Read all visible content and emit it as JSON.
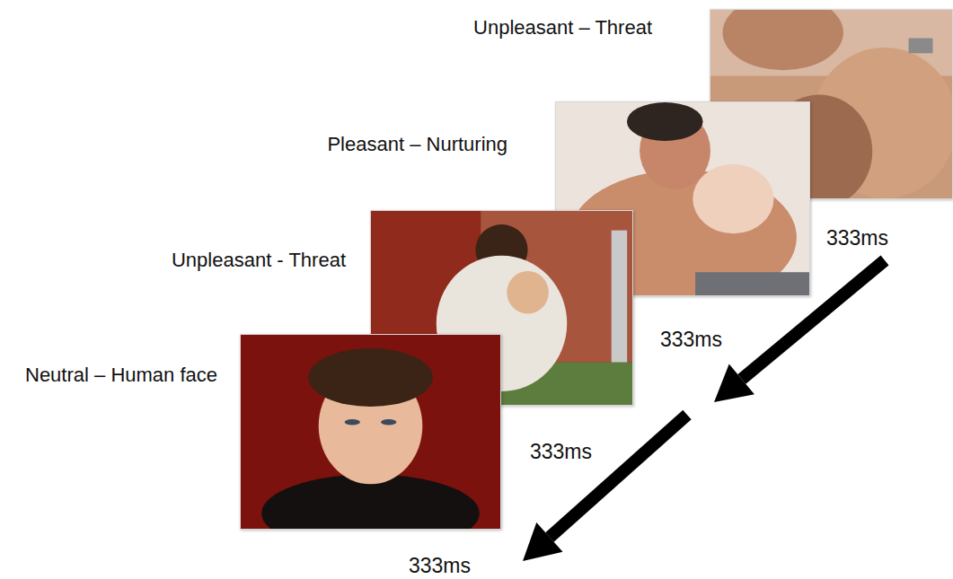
{
  "diagram": {
    "nodes": [
      {
        "text": [
          "Unpleasant – Threat"
        ]
      },
      {
        "text": [
          "Pleasant – Nurturing"
        ]
      },
      {
        "text": [
          "Unpleasant - Threat"
        ]
      },
      {
        "text": [
          "Neutral – Human face"
        ]
      }
    ],
    "labels": [
      "333ms",
      "333ms",
      "333ms",
      "333ms"
    ]
  }
}
